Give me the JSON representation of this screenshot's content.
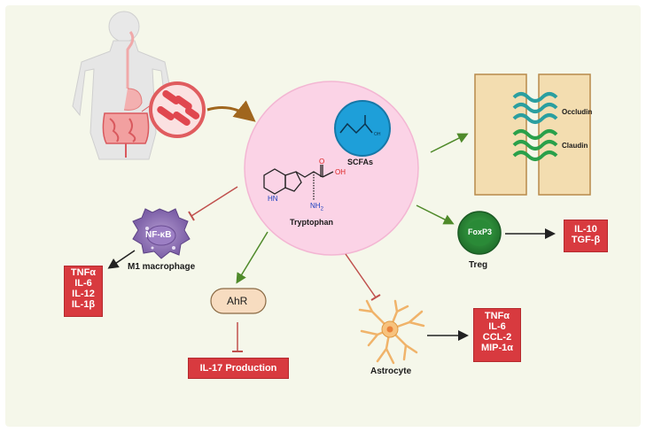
{
  "center": {
    "tryptophan_label": "Tryptophan",
    "scfa_label": "SCFAs",
    "nh2": "NH",
    "nh2_sub": "2",
    "oh": "OH",
    "o": "O",
    "hn": "HN"
  },
  "macrophage": {
    "core": "NF-κB",
    "label": "M1 macrophage",
    "cytokines": [
      "TNFα",
      "IL-6",
      "IL-12",
      "IL-1β"
    ]
  },
  "ahr": {
    "label": "AhR",
    "outcome": "IL-17 Production"
  },
  "astrocyte": {
    "label": "Astrocyte",
    "cytokines": [
      "TNFα",
      "IL-6",
      "CCL-2",
      "MIP-1α"
    ]
  },
  "treg": {
    "core": "FoxP3",
    "label": "Treg",
    "cytokines": [
      "IL-10",
      "TGF-β"
    ]
  },
  "barrier": {
    "occludin": "Occludin",
    "claudin": "Claudin"
  },
  "colors": {
    "background": "#f5f7ea",
    "circle": "#fbd3e6",
    "red_box": "#d83a3f",
    "green": "#4f8a2a",
    "inhibit": "#c0504d",
    "brown_arrow": "#a0661e"
  }
}
